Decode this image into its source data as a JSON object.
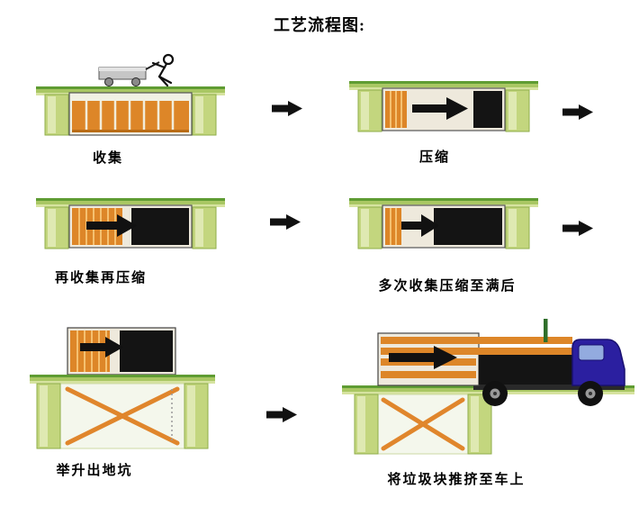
{
  "title": "工艺流程图:",
  "stages": [
    {
      "id": "collect",
      "label": "收集"
    },
    {
      "id": "compress",
      "label": "压缩"
    },
    {
      "id": "recollect-recompress",
      "label": "再收集再压缩"
    },
    {
      "id": "repeat-until-full",
      "label": "多次收集压缩至满后"
    },
    {
      "id": "lift-out-of-pit",
      "label": "举升出地坑"
    },
    {
      "id": "push-block-onto-truck",
      "label": "将垃圾块推挤至车上"
    }
  ],
  "colors": {
    "ground_edge_green": "#5f9c33",
    "ground_green": "#a9c763",
    "ground_light": "#d6e3a0",
    "pit_wall_green": "#c3d67e",
    "container_orange": "#dd8628",
    "container_stripe": "#f5c070",
    "garbage_black": "#141414",
    "arrow_black": "#111111",
    "truck_blue": "#2b1fa0",
    "truck_window_blue": "#93abdf",
    "scissor_orange": "#e0862c"
  }
}
